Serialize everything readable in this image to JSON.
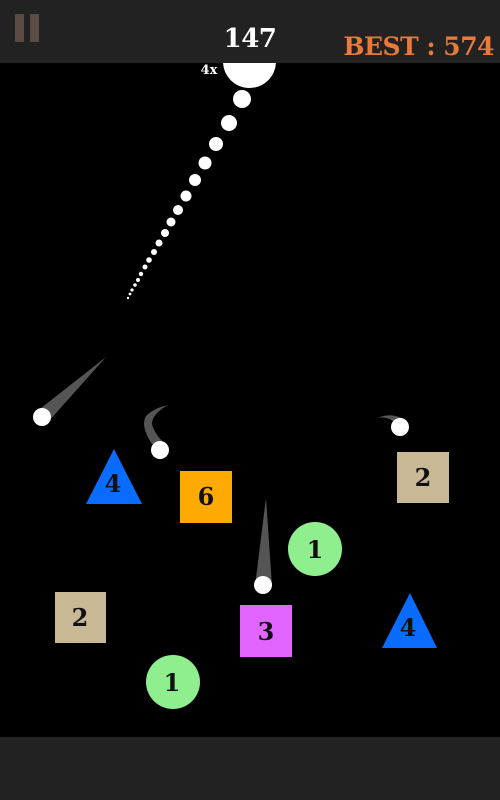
{
  "hud": {
    "score": "147",
    "best": "BEST : 574",
    "multiplier": "4x"
  },
  "colors": {
    "top_bar": "#222222",
    "bottom_bar": "#222222",
    "pause": "#5a4b45",
    "best_text": "#e87a3c",
    "ball": "#ffffff",
    "triangle": "#0a6cff",
    "tan_square": "#c8b896",
    "orange_square": "#ffaa00",
    "circle": "#8fef8f",
    "magenta_square": "#e066ff",
    "trail": "#555555"
  },
  "blocks": [
    {
      "kind": "triangle",
      "color": "#0a6cff",
      "label": "4",
      "id": "block-triangle-4-left"
    },
    {
      "kind": "square",
      "color": "#ffaa00",
      "label": "6",
      "id": "block-square-6"
    },
    {
      "kind": "square",
      "color": "#c8b896",
      "label": "2",
      "id": "block-square-2-right"
    },
    {
      "kind": "circle",
      "color": "#8fef8f",
      "label": "1",
      "id": "block-circle-1-middle"
    },
    {
      "kind": "square",
      "color": "#c8b896",
      "label": "2",
      "id": "block-square-2-left"
    },
    {
      "kind": "square",
      "color": "#e066ff",
      "label": "3",
      "id": "block-square-3"
    },
    {
      "kind": "triangle",
      "color": "#0a6cff",
      "label": "4",
      "id": "block-triangle-4-right"
    },
    {
      "kind": "circle",
      "color": "#8fef8f",
      "label": "1",
      "id": "block-circle-1-bottom"
    }
  ]
}
